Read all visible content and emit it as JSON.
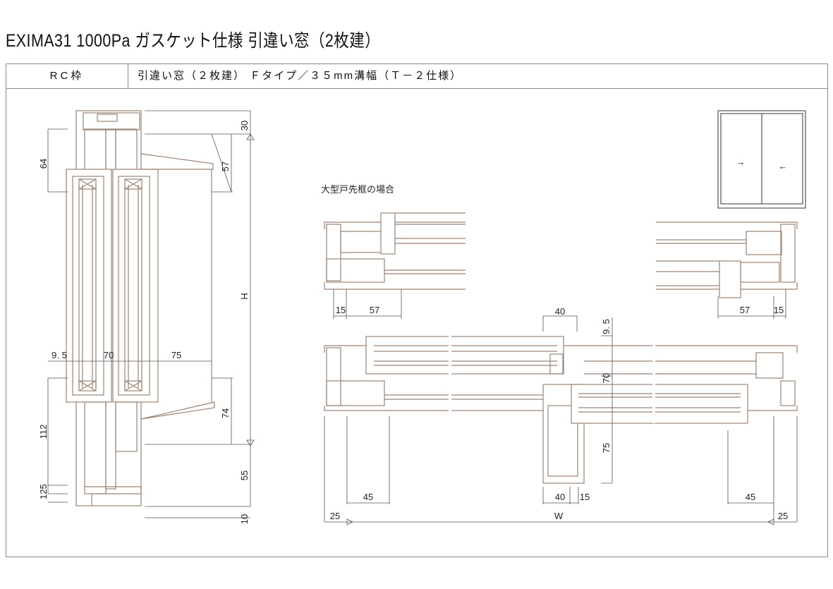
{
  "title": "EXIMA31 1000Pa ガスケット仕様 引違い窓（2枚建）",
  "header": {
    "frame_type": "RC枠",
    "spec": "引違い窓（２枚建） Ｆタイプ／３５mm溝幅（Ｔ－２仕様）"
  },
  "section_view": {
    "dims": {
      "d64": "64",
      "d57": "57",
      "d30": "30",
      "dH": "H",
      "d9_5": "9. 5",
      "d70": "70",
      "d75": "75",
      "d112": "112",
      "d74": "74",
      "d55": "55",
      "d125": "125",
      "d10": "10"
    }
  },
  "plan_view": {
    "caption": "大型戸先框の場合",
    "dims": {
      "tl15": "15",
      "tl57": "57",
      "tr57": "57",
      "tr15": "15",
      "top40": "40",
      "v9_5": "9. 5",
      "v70": "70",
      "v75": "75",
      "b45l": "45",
      "b40": "40",
      "b15": "15",
      "b45r": "45",
      "w25l": "25",
      "W": "W",
      "w25r": "25"
    }
  },
  "elevation_icon": {
    "arrows": [
      "→",
      "←"
    ]
  }
}
